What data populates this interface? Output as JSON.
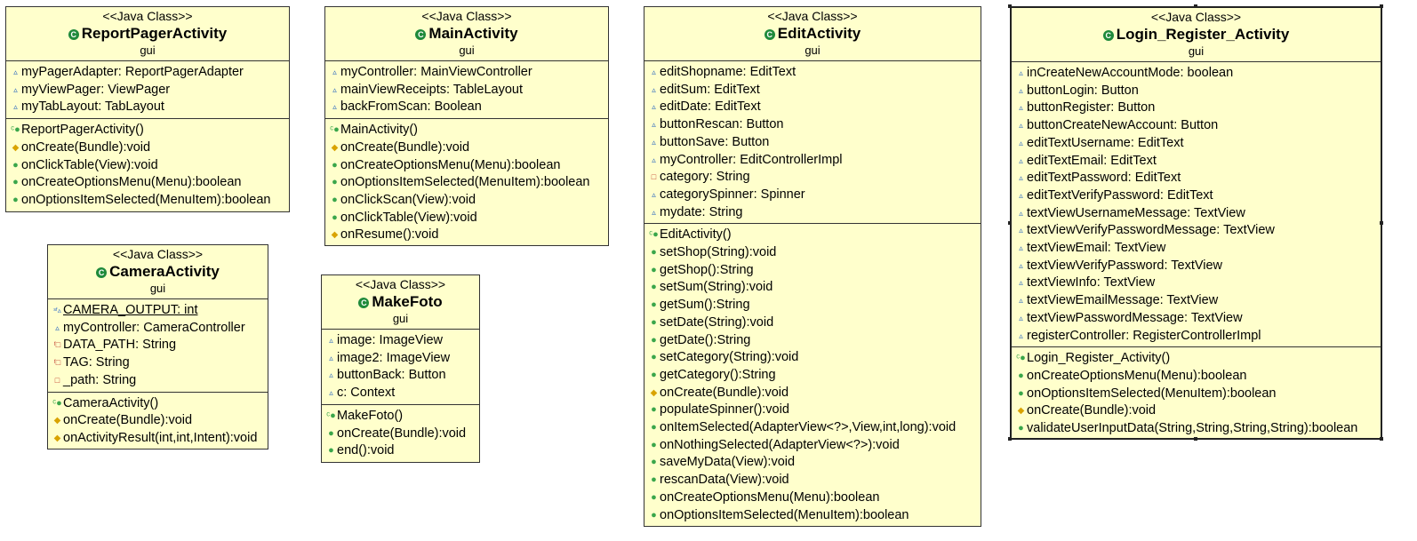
{
  "stereotype": "<<Java Class>>",
  "package": "gui",
  "classes": {
    "report": {
      "name": "ReportPagerActivity",
      "attributes": [
        {
          "vis": "package",
          "text": "myPagerAdapter: ReportPagerAdapter"
        },
        {
          "vis": "package",
          "text": "myViewPager: ViewPager"
        },
        {
          "vis": "package",
          "text": "myTabLayout: TabLayout"
        }
      ],
      "methods": [
        {
          "vis": "constructor",
          "text": "ReportPagerActivity()"
        },
        {
          "vis": "protected",
          "text": "onCreate(Bundle):void"
        },
        {
          "vis": "public",
          "text": "onClickTable(View):void"
        },
        {
          "vis": "public",
          "text": "onCreateOptionsMenu(Menu):boolean"
        },
        {
          "vis": "public",
          "text": "onOptionsItemSelected(MenuItem):boolean"
        }
      ]
    },
    "main": {
      "name": "MainActivity",
      "attributes": [
        {
          "vis": "package",
          "text": "myController: MainViewController"
        },
        {
          "vis": "package",
          "text": "mainViewReceipts: TableLayout"
        },
        {
          "vis": "package",
          "text": "backFromScan: Boolean"
        }
      ],
      "methods": [
        {
          "vis": "constructor",
          "text": "MainActivity()"
        },
        {
          "vis": "protected",
          "text": "onCreate(Bundle):void"
        },
        {
          "vis": "public",
          "text": "onCreateOptionsMenu(Menu):boolean"
        },
        {
          "vis": "public",
          "text": "onOptionsItemSelected(MenuItem):boolean"
        },
        {
          "vis": "public",
          "text": "onClickScan(View):void"
        },
        {
          "vis": "public",
          "text": "onClickTable(View):void"
        },
        {
          "vis": "protected",
          "text": "onResume():void"
        }
      ]
    },
    "edit": {
      "name": "EditActivity",
      "attributes": [
        {
          "vis": "package",
          "text": "editShopname: EditText"
        },
        {
          "vis": "package",
          "text": "editSum: EditText"
        },
        {
          "vis": "package",
          "text": "editDate: EditText"
        },
        {
          "vis": "package",
          "text": "buttonRescan: Button"
        },
        {
          "vis": "package",
          "text": "buttonSave: Button"
        },
        {
          "vis": "package",
          "text": "myController: EditControllerImpl"
        },
        {
          "vis": "private",
          "text": "category: String"
        },
        {
          "vis": "package",
          "text": "categorySpinner: Spinner"
        },
        {
          "vis": "package",
          "text": "mydate: String"
        }
      ],
      "methods": [
        {
          "vis": "constructor",
          "text": "EditActivity()"
        },
        {
          "vis": "public",
          "text": "setShop(String):void"
        },
        {
          "vis": "public",
          "text": "getShop():String"
        },
        {
          "vis": "public",
          "text": "setSum(String):void"
        },
        {
          "vis": "public",
          "text": "getSum():String"
        },
        {
          "vis": "public",
          "text": "setDate(String):void"
        },
        {
          "vis": "public",
          "text": "getDate():String"
        },
        {
          "vis": "public",
          "text": "setCategory(String):void"
        },
        {
          "vis": "public",
          "text": "getCategory():String"
        },
        {
          "vis": "protected",
          "text": "onCreate(Bundle):void"
        },
        {
          "vis": "public",
          "text": "populateSpinner():void"
        },
        {
          "vis": "public",
          "text": "onItemSelected(AdapterView<?>,View,int,long):void"
        },
        {
          "vis": "public",
          "text": "onNothingSelected(AdapterView<?>):void"
        },
        {
          "vis": "public",
          "text": "saveMyData(View):void"
        },
        {
          "vis": "public",
          "text": "rescanData(View):void"
        },
        {
          "vis": "public",
          "text": "onCreateOptionsMenu(Menu):boolean"
        },
        {
          "vis": "public",
          "text": "onOptionsItemSelected(MenuItem):boolean"
        }
      ]
    },
    "login": {
      "name": "Login_Register_Activity",
      "attributes": [
        {
          "vis": "package",
          "text": "inCreateNewAccountMode: boolean"
        },
        {
          "vis": "package",
          "text": "buttonLogin: Button"
        },
        {
          "vis": "package",
          "text": "buttonRegister: Button"
        },
        {
          "vis": "package",
          "text": "buttonCreateNewAccount: Button"
        },
        {
          "vis": "package",
          "text": "editTextUsername: EditText"
        },
        {
          "vis": "package",
          "text": "editTextEmail: EditText"
        },
        {
          "vis": "package",
          "text": "editTextPassword: EditText"
        },
        {
          "vis": "package",
          "text": "editTextVerifyPassword: EditText"
        },
        {
          "vis": "package",
          "text": "textViewUsernameMessage: TextView"
        },
        {
          "vis": "package",
          "text": "textViewVerifyPasswordMessage: TextView"
        },
        {
          "vis": "package",
          "text": "textViewEmail: TextView"
        },
        {
          "vis": "package",
          "text": "textViewVerifyPassword: TextView"
        },
        {
          "vis": "package",
          "text": "textViewInfo: TextView"
        },
        {
          "vis": "package",
          "text": "textViewEmailMessage: TextView"
        },
        {
          "vis": "package",
          "text": "textViewPasswordMessage: TextView"
        },
        {
          "vis": "package",
          "text": "registerController: RegisterControllerImpl"
        }
      ],
      "methods": [
        {
          "vis": "constructor",
          "text": "Login_Register_Activity()"
        },
        {
          "vis": "public",
          "text": "onCreateOptionsMenu(Menu):boolean"
        },
        {
          "vis": "public",
          "text": "onOptionsItemSelected(MenuItem):boolean"
        },
        {
          "vis": "protected",
          "text": "onCreate(Bundle):void"
        },
        {
          "vis": "public",
          "text": "validateUserInputData(String,String,String,String):boolean"
        }
      ]
    },
    "camera": {
      "name": "CameraActivity",
      "attributes": [
        {
          "vis": "static-final",
          "text": "CAMERA_OUTPUT: int"
        },
        {
          "vis": "package",
          "text": "myController: CameraController"
        },
        {
          "vis": "private-final",
          "text": "DATA_PATH: String"
        },
        {
          "vis": "private-final",
          "text": "TAG: String"
        },
        {
          "vis": "private",
          "text": "_path: String"
        }
      ],
      "methods": [
        {
          "vis": "constructor",
          "text": "CameraActivity()"
        },
        {
          "vis": "protected",
          "text": "onCreate(Bundle):void"
        },
        {
          "vis": "protected",
          "text": "onActivityResult(int,int,Intent):void"
        }
      ]
    },
    "foto": {
      "name": "MakeFoto",
      "attributes": [
        {
          "vis": "package",
          "text": "image: ImageView"
        },
        {
          "vis": "package",
          "text": "image2: ImageView"
        },
        {
          "vis": "package",
          "text": "buttonBack: Button"
        },
        {
          "vis": "package",
          "text": "c: Context"
        }
      ],
      "methods": [
        {
          "vis": "constructor",
          "text": "MakeFoto()"
        },
        {
          "vis": "public",
          "text": "onCreate(Bundle):void"
        },
        {
          "vis": "public",
          "text": "end():void"
        }
      ]
    }
  },
  "colors": {
    "box_fill": "#ffffcc",
    "package_visibility": "#1f5fbf",
    "public": "#3aa64b",
    "protected": "#d9a300",
    "private": "#c0392b"
  }
}
